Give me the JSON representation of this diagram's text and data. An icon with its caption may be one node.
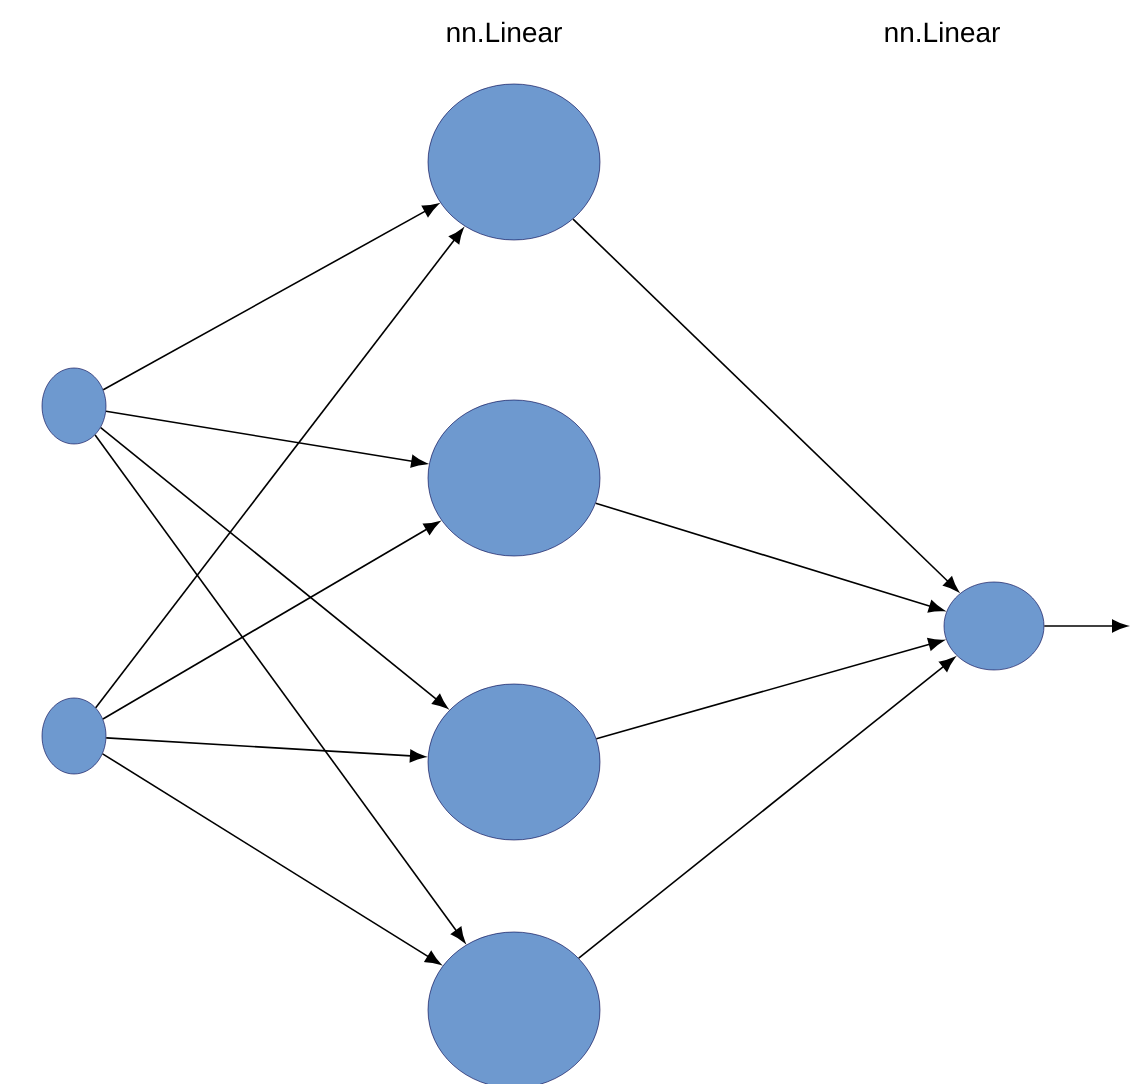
{
  "diagram": {
    "nodes": [
      {
        "text": [],
        "shape": "circle"
      },
      {
        "text": [],
        "shape": "circle"
      },
      {
        "text": [],
        "shape": "circle"
      },
      {
        "text": [],
        "shape": "circle"
      },
      {
        "text": [],
        "shape": "circle"
      },
      {
        "text": [],
        "shape": "circle"
      },
      {
        "text": [],
        "shape": "circle"
      }
    ],
    "edges": [
      {
        "from": 0,
        "to": 2,
        "arrow": "to"
      },
      {
        "from": 0,
        "to": 3,
        "arrow": "to"
      },
      {
        "from": 0,
        "to": 4,
        "arrow": "to"
      },
      {
        "from": 0,
        "to": 5,
        "arrow": "to"
      },
      {
        "from": 1,
        "to": 2,
        "arrow": "to"
      },
      {
        "from": 1,
        "to": 3,
        "arrow": "to"
      },
      {
        "from": 1,
        "to": 4,
        "arrow": "to"
      },
      {
        "from": 1,
        "to": 5,
        "arrow": "to"
      },
      {
        "from": 2,
        "to": 6,
        "arrow": "to"
      },
      {
        "from": 3,
        "to": 6,
        "arrow": "to"
      },
      {
        "from": 4,
        "to": 6,
        "arrow": "to"
      },
      {
        "from": 5,
        "to": 6,
        "arrow": "to"
      },
      {
        "from": 6,
        "to": null,
        "arrow": "to"
      }
    ],
    "labels": [
      "nn.Linear",
      "nn.Linear"
    ]
  }
}
